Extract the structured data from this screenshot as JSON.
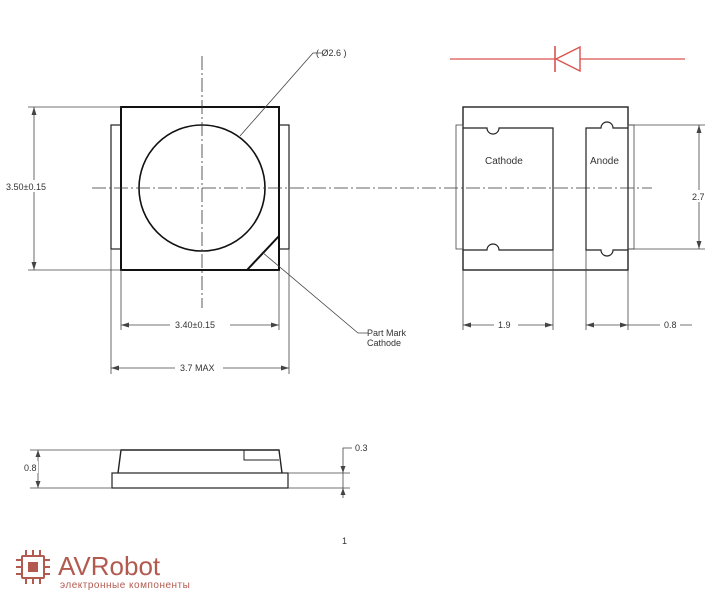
{
  "dimensions": {
    "diameter": "( Ø2.6 )",
    "height": "3.50±0.15",
    "inner_width": "3.40±0.15",
    "max_width": "3.7 MAX",
    "pad_height": "2.7",
    "cathode_width": "1.9",
    "anode_width": "0.8",
    "thickness": "0.8",
    "lead_thickness": "0.3"
  },
  "labels": {
    "cathode": "Cathode",
    "anode": "Anode",
    "part_mark_line1": "Part Mark",
    "part_mark_line2": "Cathode",
    "page_number": "1"
  },
  "brand": {
    "name": "AVRobot",
    "tagline": "электронные компоненты",
    "color": "#b25a50"
  },
  "colors": {
    "diode_symbol": "#d9534f"
  }
}
